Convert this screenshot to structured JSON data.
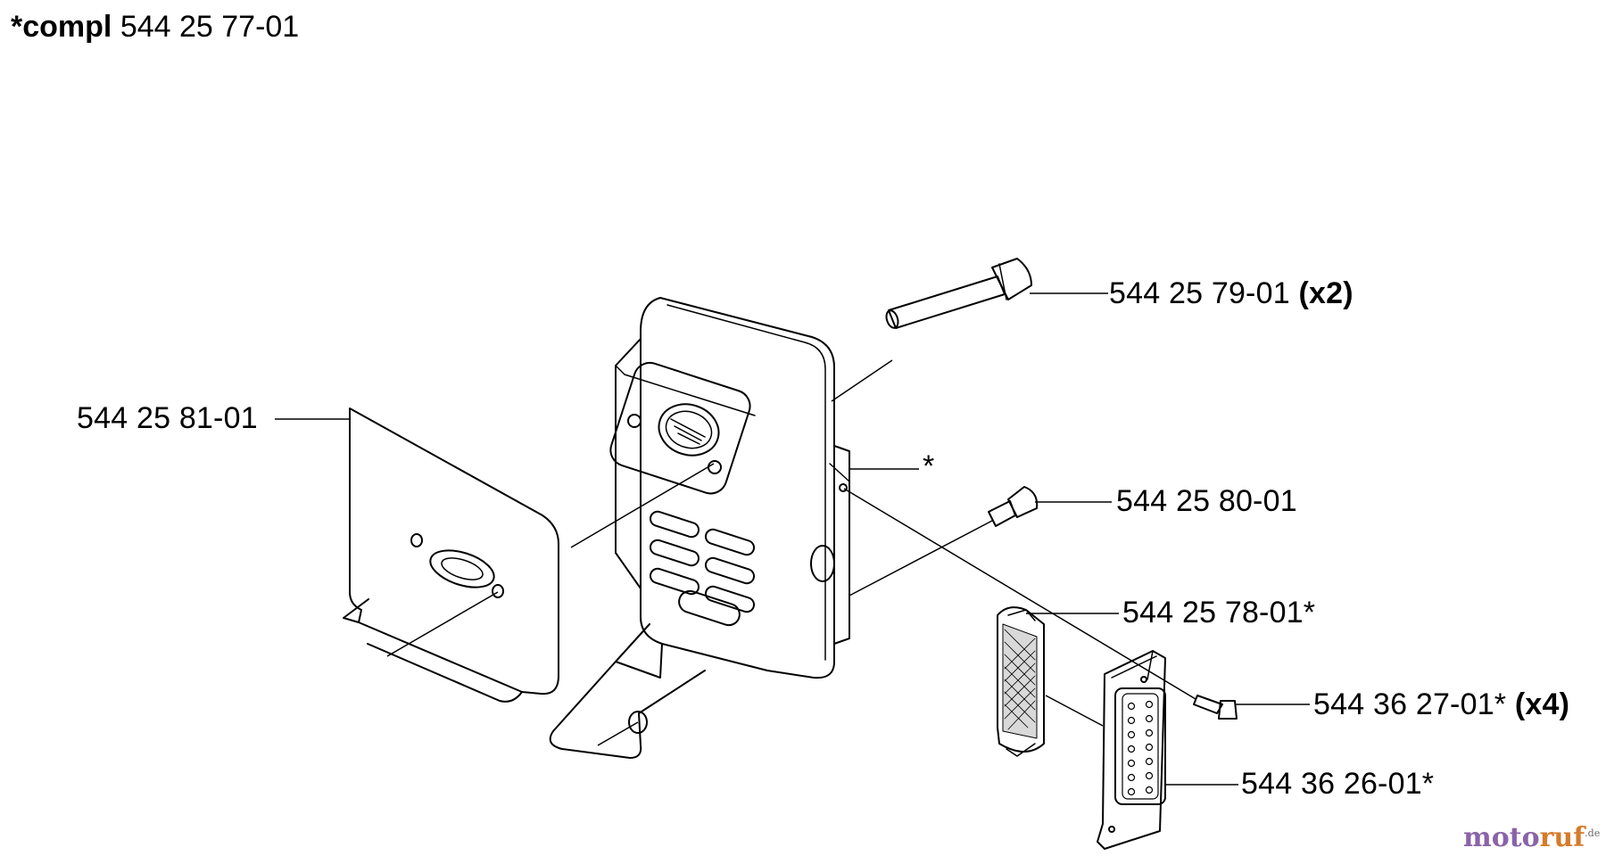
{
  "title": {
    "prefix": "*compl",
    "part_number": "544 25 77-01"
  },
  "callouts": {
    "bolt": {
      "part_number": "544 25 79-01",
      "qty": "(x2)"
    },
    "gasket": {
      "part_number": "544 25 81-01"
    },
    "muffler_body": {
      "marker": "*"
    },
    "screw": {
      "part_number": "544 25 80-01"
    },
    "spark_screen": {
      "part_number": "544 25 78-01*"
    },
    "cover_screw": {
      "part_number": "544 36 27-01*",
      "qty": "(x4)"
    },
    "cover": {
      "part_number": "544 36 26-01*"
    }
  },
  "watermark": {
    "part_a": "moto",
    "part_b": "ruf",
    "suffix": ".de"
  }
}
